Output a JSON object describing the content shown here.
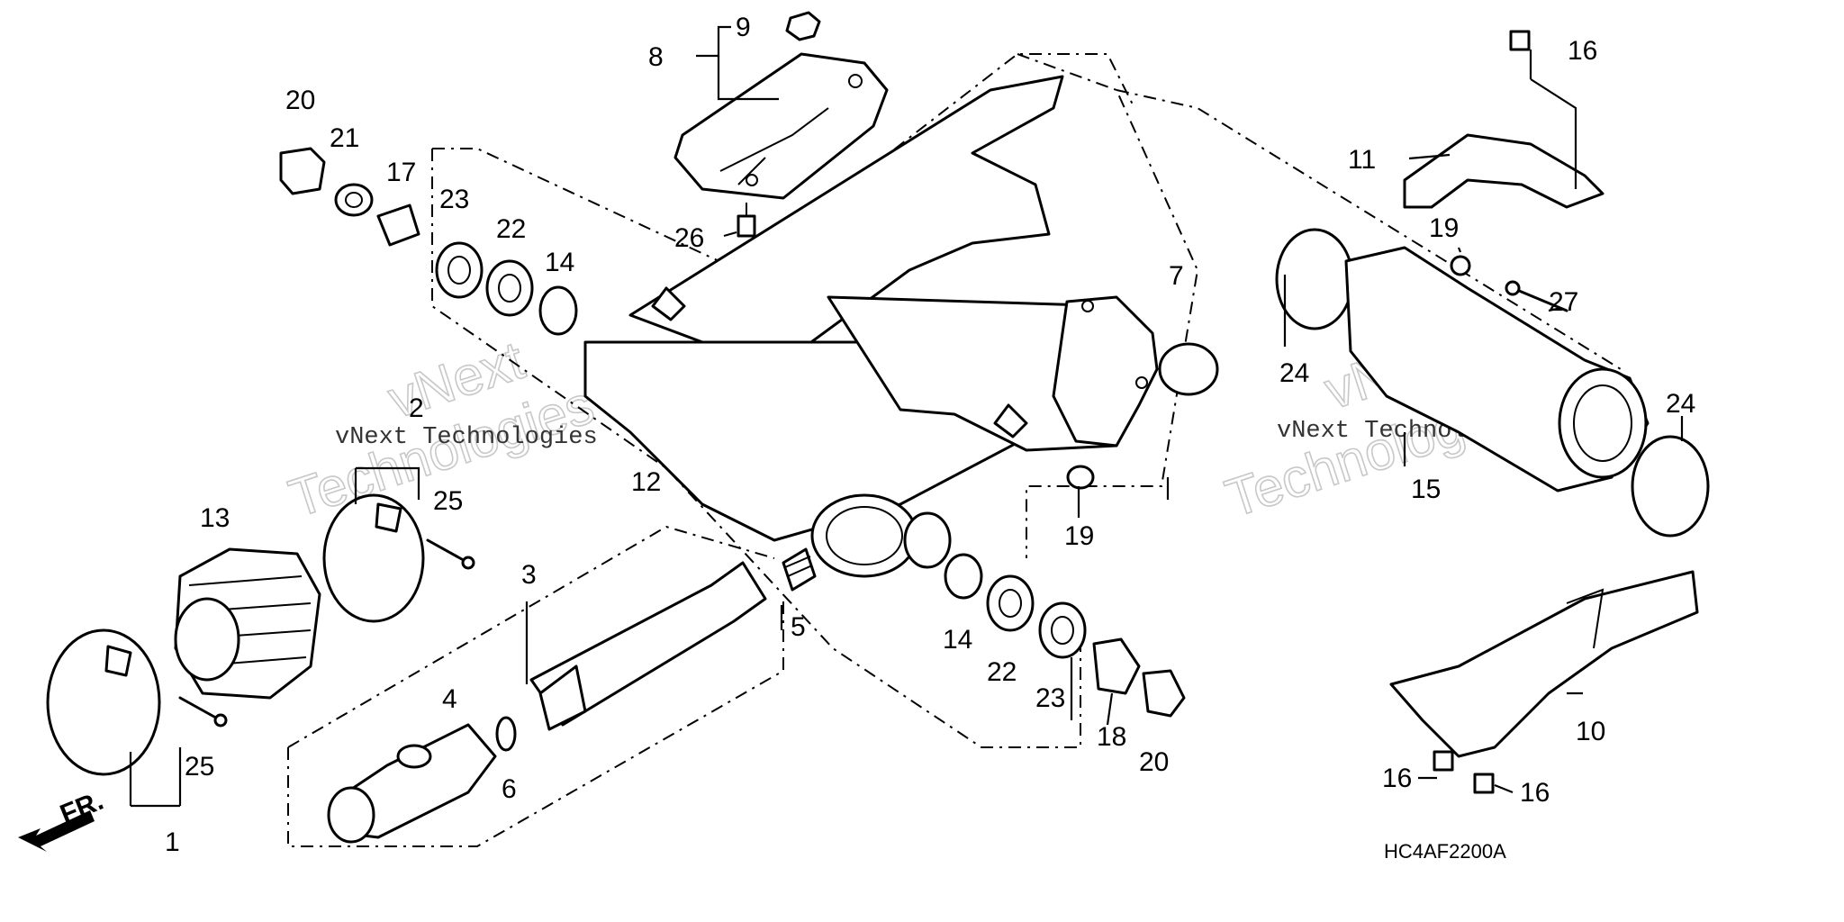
{
  "diagram": {
    "code": "HC4AF2200A",
    "direction_label": "FR.",
    "watermark": {
      "brand_large": "vNext",
      "company_large": "Technologies",
      "full_name": "vNext Technologies"
    },
    "callouts": [
      {
        "id": "c1",
        "label": "1"
      },
      {
        "id": "c2",
        "label": "2"
      },
      {
        "id": "c3",
        "label": "3"
      },
      {
        "id": "c4",
        "label": "4"
      },
      {
        "id": "c5",
        "label": "5"
      },
      {
        "id": "c6",
        "label": "6"
      },
      {
        "id": "c7",
        "label": "7"
      },
      {
        "id": "c8",
        "label": "8"
      },
      {
        "id": "c9",
        "label": "9"
      },
      {
        "id": "c10",
        "label": "10"
      },
      {
        "id": "c11",
        "label": "11"
      },
      {
        "id": "c12",
        "label": "12"
      },
      {
        "id": "c13",
        "label": "13"
      },
      {
        "id": "c14a",
        "label": "14"
      },
      {
        "id": "c14b",
        "label": "14"
      },
      {
        "id": "c15",
        "label": "15"
      },
      {
        "id": "c16a",
        "label": "16"
      },
      {
        "id": "c16b",
        "label": "16"
      },
      {
        "id": "c16c",
        "label": "16"
      },
      {
        "id": "c17",
        "label": "17"
      },
      {
        "id": "c18",
        "label": "18"
      },
      {
        "id": "c19a",
        "label": "19"
      },
      {
        "id": "c19b",
        "label": "19"
      },
      {
        "id": "c20a",
        "label": "20"
      },
      {
        "id": "c20b",
        "label": "20"
      },
      {
        "id": "c21",
        "label": "21"
      },
      {
        "id": "c22a",
        "label": "22"
      },
      {
        "id": "c22b",
        "label": "22"
      },
      {
        "id": "c23a",
        "label": "23"
      },
      {
        "id": "c23b",
        "label": "23"
      },
      {
        "id": "c24a",
        "label": "24"
      },
      {
        "id": "c24b",
        "label": "24"
      },
      {
        "id": "c25a",
        "label": "25"
      },
      {
        "id": "c25b",
        "label": "25"
      },
      {
        "id": "c26",
        "label": "26"
      },
      {
        "id": "c27",
        "label": "27"
      }
    ]
  }
}
